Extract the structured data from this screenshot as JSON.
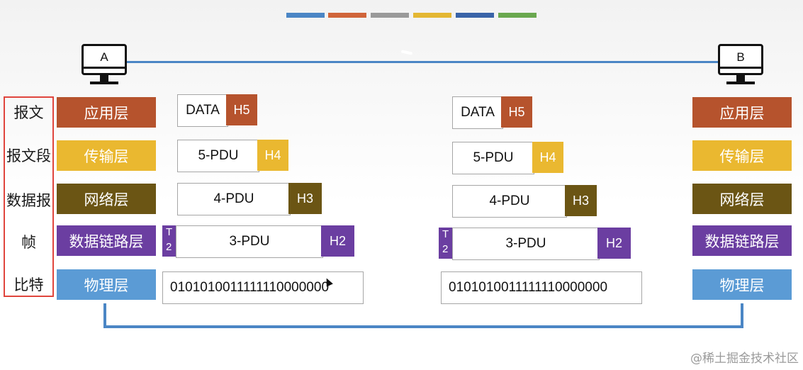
{
  "colors": {
    "top_bars": [
      "#4b86c5",
      "#d0653a",
      "#9a9a9a",
      "#e4b733",
      "#3a64a8",
      "#6aa84f"
    ],
    "application": "#b6532d",
    "transport": "#eab830",
    "network": "#6b5514",
    "datalink": "#6b3ea1",
    "physical": "#5b9bd5",
    "link_line": "#4b86c5",
    "highlight_border": "#e0453d"
  },
  "hosts": {
    "a": "A",
    "b": "B"
  },
  "pdu_names": [
    "报文",
    "报文段",
    "数据报",
    "帧",
    "比特"
  ],
  "layers": {
    "application": "应用层",
    "transport": "传输层",
    "network": "网络层",
    "datalink": "数据链路层",
    "physical": "物理层"
  },
  "left": {
    "app_data": "DATA",
    "h5": "H5",
    "pdu5": "5-PDU",
    "h4": "H4",
    "pdu4": "4-PDU",
    "h3": "H3",
    "trailer_t": "T",
    "trailer_n": "2",
    "pdu3": "3-PDU",
    "h2": "H2",
    "bits": "0101010011111110000000"
  },
  "right": {
    "app_data": "DATA",
    "h5": "H5",
    "pdu5": "5-PDU",
    "h4": "H4",
    "pdu4": "4-PDU",
    "h3": "H3",
    "trailer_t": "T",
    "trailer_n": "2",
    "pdu3": "3-PDU",
    "h2": "H2",
    "bits": "0101010011111110000000"
  },
  "watermark": "@稀土掘金技术社区",
  "icons": [
    "computer-icon",
    "pointer-cursor-icon"
  ]
}
